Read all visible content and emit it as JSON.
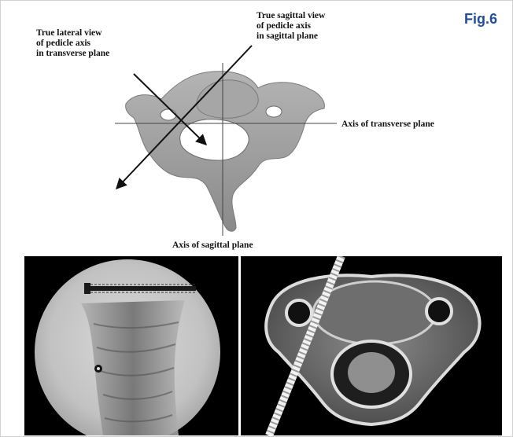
{
  "figure_label": "Fig.6",
  "annotations": {
    "lateral_view": "True lateral view\nof pedicle axis\nin transverse plane",
    "sagittal_view": "True sagittal view\nof pedicle axis\nin sagittal plane",
    "transverse_axis": "Axis of transverse  plane",
    "sagittal_axis": "Axis of sagittal plane"
  },
  "colors": {
    "figure_label": "#1f4e9a",
    "vertebra_fill": "#9a9a9a",
    "panel_bg": "#000000"
  }
}
